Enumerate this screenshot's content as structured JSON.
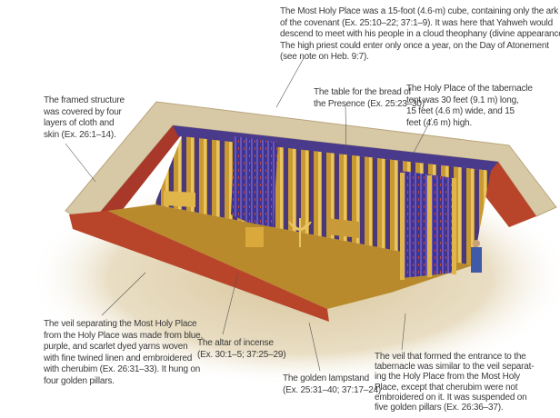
{
  "annotations": {
    "most_holy_place": {
      "lines": [
        "The Most Holy Place was a 15-foot (4.6-m) cube, containing only the ark",
        "of the covenant (Ex. 25:10–22; 37:1–9). It was here that Yahweh would",
        "descend to meet with his people in a cloud theophany (divine appearance).",
        "The high priest could enter only once a year, on the Day of Atonement",
        "(see note on Heb. 9:7)."
      ]
    },
    "table": {
      "lines": [
        "The table for the bread of",
        "the Presence (Ex. 25:23–30)"
      ]
    },
    "holy_place": {
      "lines": [
        "The Holy Place of the tabernacle",
        "tent was 30 feet (9.1 m) long,",
        "15 feet (4.6 m) wide, and 15",
        "feet (4.6 m) high."
      ]
    },
    "framed_structure": {
      "lines": [
        "The framed structure",
        "was covered by four",
        "layers of cloth and",
        "skin (Ex. 26:1–14)."
      ]
    },
    "inner_veil": {
      "lines": [
        "The veil separating the Most Holy Place",
        "from the Holy Place was made from blue,",
        "purple, and scarlet dyed yarns woven",
        "with fine twined linen and embroidered",
        "with cherubim (Ex. 26:31–33). It hung on",
        "four golden pillars."
      ]
    },
    "altar": {
      "lines": [
        "The altar of incense",
        "(Ex. 30:1–5; 37:25–29)"
      ]
    },
    "lampstand": {
      "lines": [
        "The golden lampstand",
        "(Ex. 25:31–40; 37:17–24)"
      ]
    },
    "entrance_veil": {
      "lines": [
        "The veil that formed the entrance to the",
        "tabernacle was similar to the veil separat-",
        "ing the Holy Place from the Most Holy",
        "Place, except that cherubim were not",
        "embroidered on it. It was suspended on",
        "five golden pillars (Ex. 26:36–37)."
      ]
    }
  },
  "colors": {
    "gold": "#c9a23a",
    "purple": "#4a3a8c",
    "scarlet": "#b8442a",
    "hide": "#d8c9a6",
    "ground": "#e8dcc0"
  }
}
